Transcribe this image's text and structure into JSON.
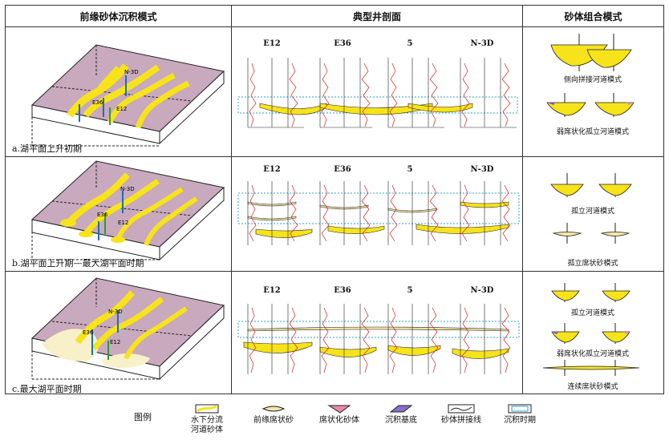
{
  "headers": {
    "col1": "前缘砂体沉积模式",
    "col2": "典型井剖面",
    "col3": "砂体组合模式"
  },
  "rows": [
    {
      "caption": "a.湖平面上升初期",
      "block_wells": [
        "N-3D",
        "E36",
        "E12"
      ],
      "wells": [
        "E12",
        "E36",
        "5",
        "N-3D"
      ],
      "modes": [
        "侧向拼接河道模式",
        "弱席状化孤立河道模式"
      ]
    },
    {
      "caption": "b.湖平面上升期—最大湖平面时期",
      "block_wells": [
        "N-3D",
        "E36",
        "E12"
      ],
      "wells": [
        "E12",
        "E36",
        "5",
        "N-3D"
      ],
      "modes": [
        "孤立河道模式",
        "孤立席状砂模式"
      ]
    },
    {
      "caption": "c.最大湖平面时期",
      "block_wells": [
        "N-3D",
        "E36",
        "E12"
      ],
      "wells": [
        "E12",
        "E36",
        "5",
        "N-3D"
      ],
      "modes": [
        "孤立河道模式",
        "弱席状化孤立河道模式",
        "连续席状砂模式"
      ]
    }
  ],
  "legend": {
    "title": "图例",
    "items": [
      {
        "line1": "水下分流",
        "line2": "河道砂体",
        "icon": "channel-sand-icon"
      },
      {
        "line1": "前缘席状砂",
        "line2": "",
        "icon": "sheet-sand-icon"
      },
      {
        "line1": "席状化砂体",
        "line2": "",
        "icon": "sheetized-sand-icon"
      },
      {
        "line1": "沉积基底",
        "line2": "",
        "icon": "base-icon"
      },
      {
        "line1": "砂体拼接线",
        "line2": "",
        "icon": "splice-line-icon"
      },
      {
        "line1": "沉积时期",
        "line2": "",
        "icon": "period-box-icon"
      }
    ]
  },
  "colors": {
    "sand": "#f7e31a",
    "lake": "#c9a9bd",
    "log_red": "#d32020",
    "dashed_box": "#2aa6c8"
  }
}
